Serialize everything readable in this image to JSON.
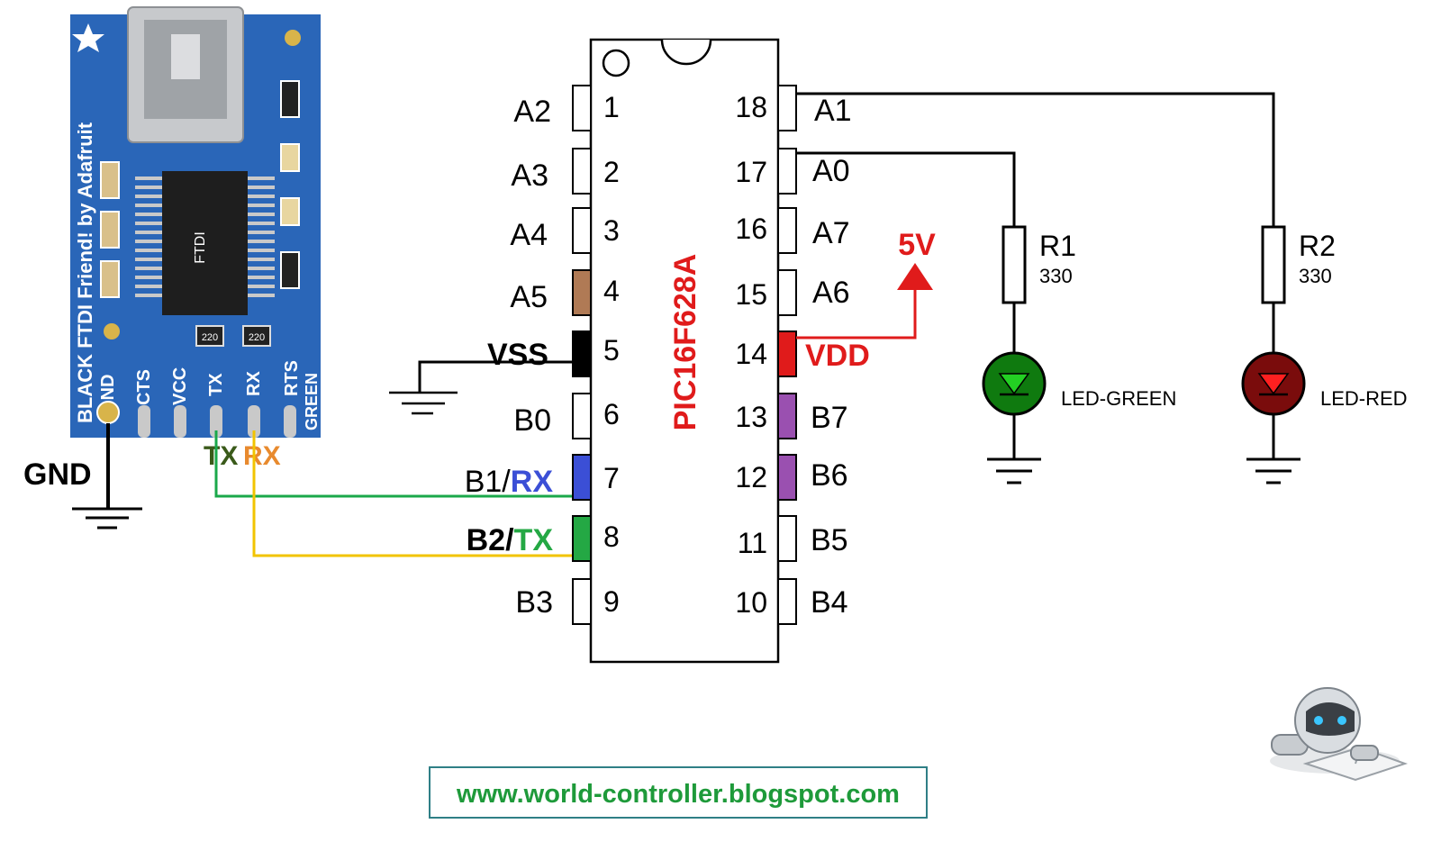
{
  "chip": {
    "name": "PIC16F628A",
    "left_pins": [
      {
        "num": "1",
        "label": "A2"
      },
      {
        "num": "2",
        "label": "A3"
      },
      {
        "num": "3",
        "label": "A4"
      },
      {
        "num": "4",
        "label": "A5"
      },
      {
        "num": "5",
        "label": "VSS"
      },
      {
        "num": "6",
        "label": "B0"
      },
      {
        "num": "7",
        "label_main": "B1/",
        "label_accent": "RX"
      },
      {
        "num": "8",
        "label_main": "B2/",
        "label_accent": "TX"
      },
      {
        "num": "9",
        "label": "B3"
      }
    ],
    "right_pins": [
      {
        "num": "18",
        "label": "A1"
      },
      {
        "num": "17",
        "label": "A0"
      },
      {
        "num": "16",
        "label": "A7"
      },
      {
        "num": "15",
        "label": "A6"
      },
      {
        "num": "14",
        "label": "VDD"
      },
      {
        "num": "13",
        "label": "B7"
      },
      {
        "num": "12",
        "label": "B6"
      },
      {
        "num": "11",
        "label": "B5"
      },
      {
        "num": "10",
        "label": "B4"
      }
    ]
  },
  "power": {
    "label": "5V"
  },
  "ground": {
    "label": "GND"
  },
  "usb_board": {
    "title": "BLACK  FTDI Friend! by Adafruit",
    "chip_text": "FTDI",
    "resistor_text": "220",
    "pins": [
      "GND",
      "CTS",
      "VCC",
      "TX",
      "RX",
      "RTS"
    ],
    "side_label": "GREEN",
    "tx_label": "TX",
    "rx_label": "RX"
  },
  "components": {
    "r1": {
      "name": "R1",
      "value": "330"
    },
    "r2": {
      "name": "R2",
      "value": "330"
    },
    "led_green": {
      "name": "LED-GREEN"
    },
    "led_red": {
      "name": "LED-RED"
    }
  },
  "footer": {
    "url": "www.world-controller.blogspot.com"
  },
  "colors": {
    "wire_tx": "#1aa84a",
    "wire_rx": "#f2c400",
    "vdd_red": "#e01b1b",
    "rx_blue": "#3b4fd6",
    "tx_green": "#24a844",
    "brown": "#b07a55",
    "purple": "#9a50b0",
    "board_blue": "#2a66b8",
    "led_green": "#0f7a0f",
    "led_red": "#7a0c0c"
  },
  "icons": [
    "star-icon",
    "robot-reading-icon",
    "ground-symbol-icon",
    "power-arrow-icon"
  ]
}
